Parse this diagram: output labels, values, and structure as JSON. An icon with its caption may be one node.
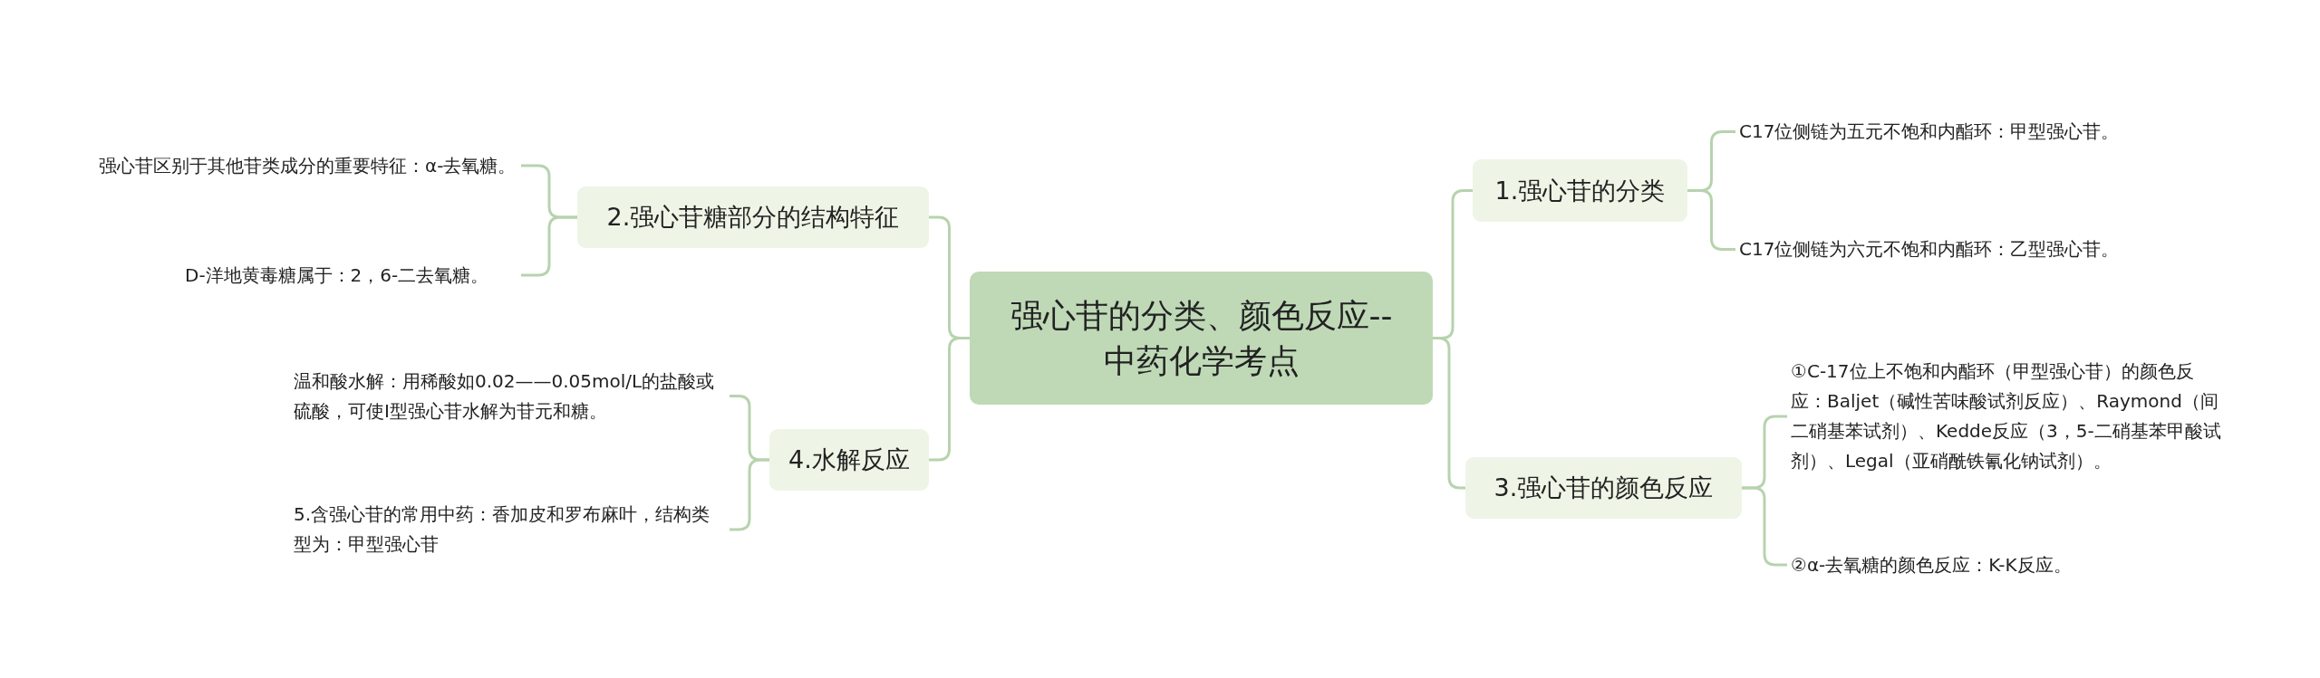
{
  "diagram": {
    "nodes": [
      {
        "text": [
          "强心苷的分类、颜色反应--中药化学考点"
        ]
      },
      {
        "text": [
          "1.强心苷的分类"
        ]
      },
      {
        "text": [
          "C17位侧链为五元不饱和内酯环：甲型强心苷。"
        ]
      },
      {
        "text": [
          "C17位侧链为六元不饱和内酯环：乙型强心苷。"
        ]
      },
      {
        "text": [
          "2.强心苷糖部分的结构特征"
        ]
      },
      {
        "text": [
          "强心苷区别于其他苷类成分的重要特征：α-去氧糖。"
        ]
      },
      {
        "text": [
          "D-洋地黄毒糖属于：2，6-二去氧糖。"
        ]
      },
      {
        "text": [
          "3.强心苷的颜色反应"
        ]
      },
      {
        "text": [
          "①C-17位上不饱和内酯环（甲型强心苷）的颜色反应：Baljet（碱性苦味酸试剂反应）、Raymond（间二硝基苯试剂）、Kedde反应（3，5-二硝基苯甲酸试剂）、Legal（亚硝酰铁氰化钠试剂）。"
        ]
      },
      {
        "text": [
          "②α-去氧糖的颜色反应：K-K反应。"
        ]
      },
      {
        "text": [
          "4.水解反应"
        ]
      },
      {
        "text": [
          "温和酸水解：用稀酸如0.02——0.05mol/L的盐酸或硫酸，可使Ⅰ型强心苷水解为苷元和糖。"
        ]
      },
      {
        "text": [
          "5.含强心苷的常用中药：香加皮和罗布麻叶，结构类型为：甲型强心苷"
        ]
      }
    ],
    "edges": [
      {
        "from": 0,
        "to": 1,
        "arrow": "none"
      },
      {
        "from": 1,
        "to": 2,
        "arrow": "none"
      },
      {
        "from": 1,
        "to": 3,
        "arrow": "none"
      },
      {
        "from": 0,
        "to": 4,
        "arrow": "none"
      },
      {
        "from": 4,
        "to": 5,
        "arrow": "none"
      },
      {
        "from": 4,
        "to": 6,
        "arrow": "none"
      },
      {
        "from": 0,
        "to": 7,
        "arrow": "none"
      },
      {
        "from": 7,
        "to": 8,
        "arrow": "none"
      },
      {
        "from": 7,
        "to": 9,
        "arrow": "none"
      },
      {
        "from": 0,
        "to": 10,
        "arrow": "none"
      },
      {
        "from": 10,
        "to": 11,
        "arrow": "none"
      },
      {
        "from": 10,
        "to": 12,
        "arrow": "none"
      }
    ]
  }
}
